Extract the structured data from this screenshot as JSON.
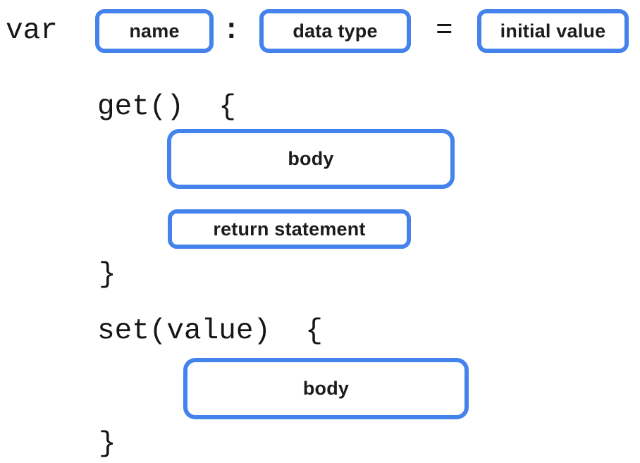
{
  "diagram": {
    "title_semantics": "getter-setter syntax diagram",
    "colors": {
      "box_border": "#4583ec",
      "code_text": "#161616",
      "label_text": "#1c1c1e",
      "background": "#ffffff"
    },
    "declaration": {
      "keyword": "var",
      "name_label": "name",
      "colon": ":",
      "type_label": "data type",
      "equals": "=",
      "initial_value_label": "initial value"
    },
    "getter": {
      "open": "get()  {",
      "body_label": "body",
      "return_label": "return statement",
      "close": "}"
    },
    "setter": {
      "open": "set(value)  {",
      "body_label": "body",
      "close": "}"
    }
  }
}
